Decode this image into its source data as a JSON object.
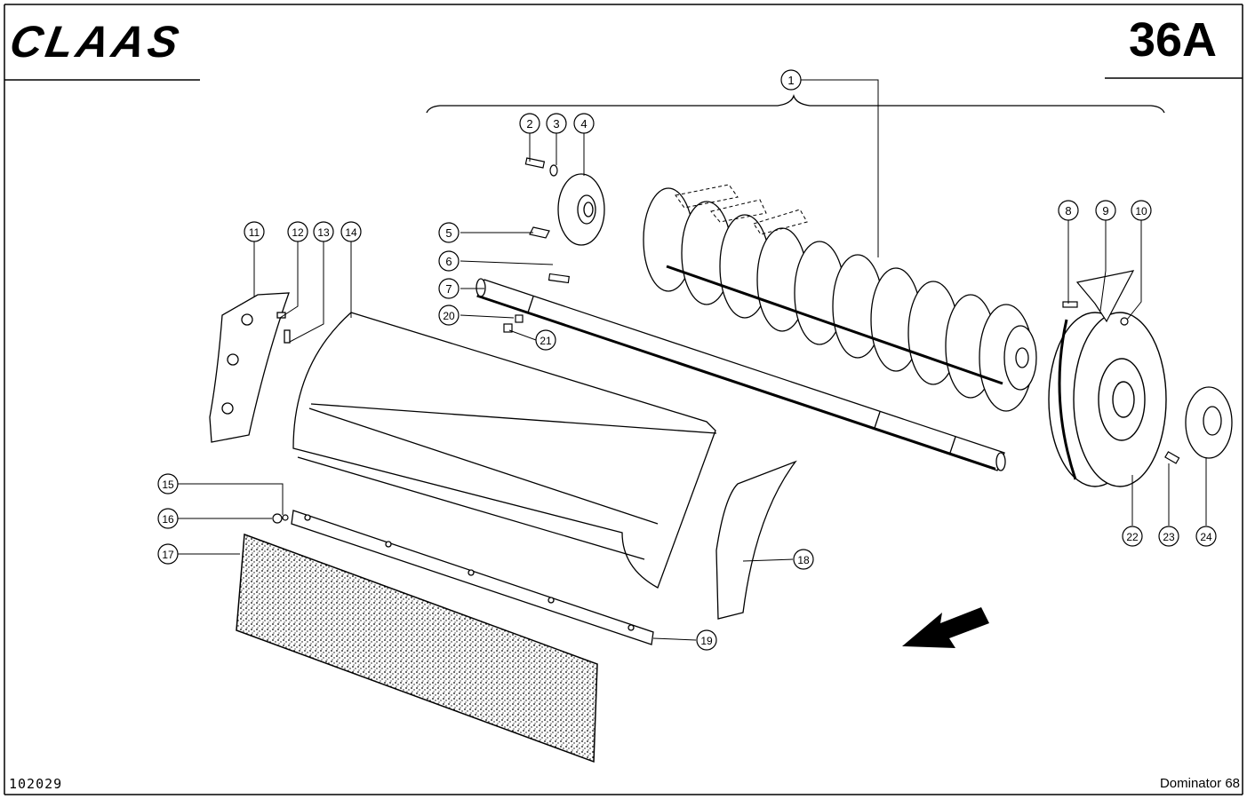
{
  "header": {
    "brand": "CLAAS",
    "page_number": "36A"
  },
  "footer": {
    "drawing_number": "102029",
    "model": "Dominator 68"
  },
  "callouts": [
    "1",
    "2",
    "3",
    "4",
    "5",
    "6",
    "7",
    "8",
    "9",
    "10",
    "11",
    "12",
    "13",
    "14",
    "15",
    "16",
    "17",
    "18",
    "19",
    "20",
    "21",
    "22",
    "23",
    "24"
  ],
  "icons": {
    "direction": "direction-arrow-icon"
  }
}
